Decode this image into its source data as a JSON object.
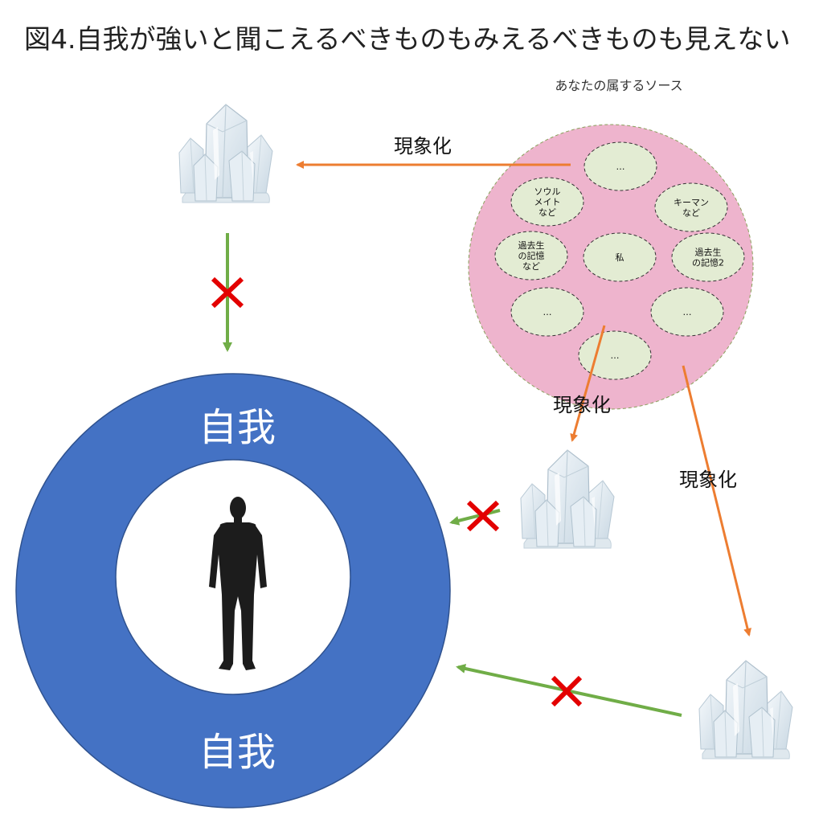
{
  "title": "図4.自我が強いと聞こえるべきものもみえるべきものも見えない",
  "source": {
    "label": "あなたの属するソース",
    "nodes": [
      {
        "lines": [
          "…"
        ]
      },
      {
        "lines": [
          "ソウル",
          "メイト",
          "など"
        ]
      },
      {
        "lines": [
          "キーマン",
          "など"
        ]
      },
      {
        "lines": [
          "過去生",
          "の記憶",
          "など"
        ]
      },
      {
        "lines": [
          "私"
        ]
      },
      {
        "lines": [
          "過去生",
          "の記憶2"
        ]
      },
      {
        "lines": [
          "…"
        ]
      },
      {
        "lines": [
          "…"
        ]
      },
      {
        "lines": [
          "…"
        ]
      }
    ]
  },
  "manifestation_labels": [
    "現象化",
    "現象化",
    "現象化"
  ],
  "ego": {
    "top_label": "自我",
    "bottom_label": "自我"
  },
  "colors": {
    "source_fill": "#eeb4cd",
    "node_fill": "#e3ecd3",
    "ego_ring": "#4472c4",
    "orange_arrow": "#ed7d31",
    "green_arrow": "#70ad47",
    "cross": "#e30000",
    "silhouette": "#1c1c1c"
  },
  "icons": [
    "crystal-icon",
    "person-silhouette-icon",
    "blocked-cross-icon"
  ]
}
